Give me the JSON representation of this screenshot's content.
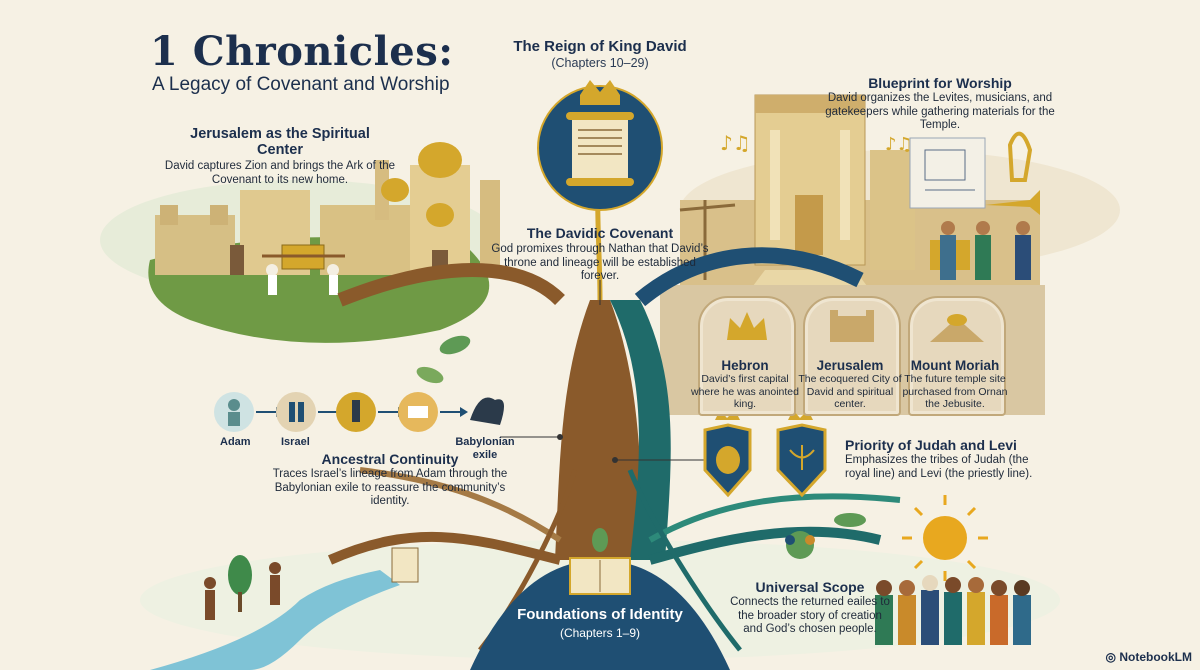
{
  "title": {
    "main": "1 Chronicles:",
    "subtitle": "A Legacy of Covenant and Worship"
  },
  "reign": {
    "title": "The Reign of King David",
    "chapters": "(Chapters 10–29)"
  },
  "jerusalem_center": {
    "heading": "Jerusalem as the Spiritual Center",
    "text": "David captures Zion and brings the Ark of the Covenant to its new home."
  },
  "davidic_covenant": {
    "heading": "The Davidic Covenant",
    "text": "God promixes through Nathan that David’s throne and lineage will be established forever."
  },
  "blueprint": {
    "heading": "Blueprint for Worship",
    "text": "David organizes the Levites, musicians, and gatekeepers while gathering materials for the Temple."
  },
  "places": [
    {
      "name": "Hebron",
      "text": "David’s first capital where he was anointed king."
    },
    {
      "name": "Jerusalem",
      "text": "The ecoquered City of David and spiritual center."
    },
    {
      "name": "Mount Moriah",
      "text": "The future temple site purchased from Ornan the Jebusite."
    }
  ],
  "lineage": {
    "labels": [
      "Adam",
      "Israel",
      "Babylonian exile"
    ],
    "heading": "Ancestral Continuity",
    "text": "Traces Israel’s lineage from Adam through the Babylonian exile to reassure the community’s identity."
  },
  "judah_levi": {
    "heading": "Priority of Judah and Levi",
    "text": "Emphasizes the tribes of Judah (the royal line) and Levi (the priestly line)."
  },
  "universal": {
    "heading": "Universal Scope",
    "text": "Connects the returned eailes to the broader story of creation and God’s chosen people."
  },
  "foundations": {
    "title": "Foundations of Identity",
    "chapters": "(Chapters 1–9)"
  },
  "badge": {
    "label": "NotebookLM"
  },
  "colors": {
    "navy": "#1c2f4d",
    "gold": "#d4a72c",
    "teal": "#1f6b6a",
    "brown": "#8a5a2b",
    "stone": "#e6d8bd"
  }
}
